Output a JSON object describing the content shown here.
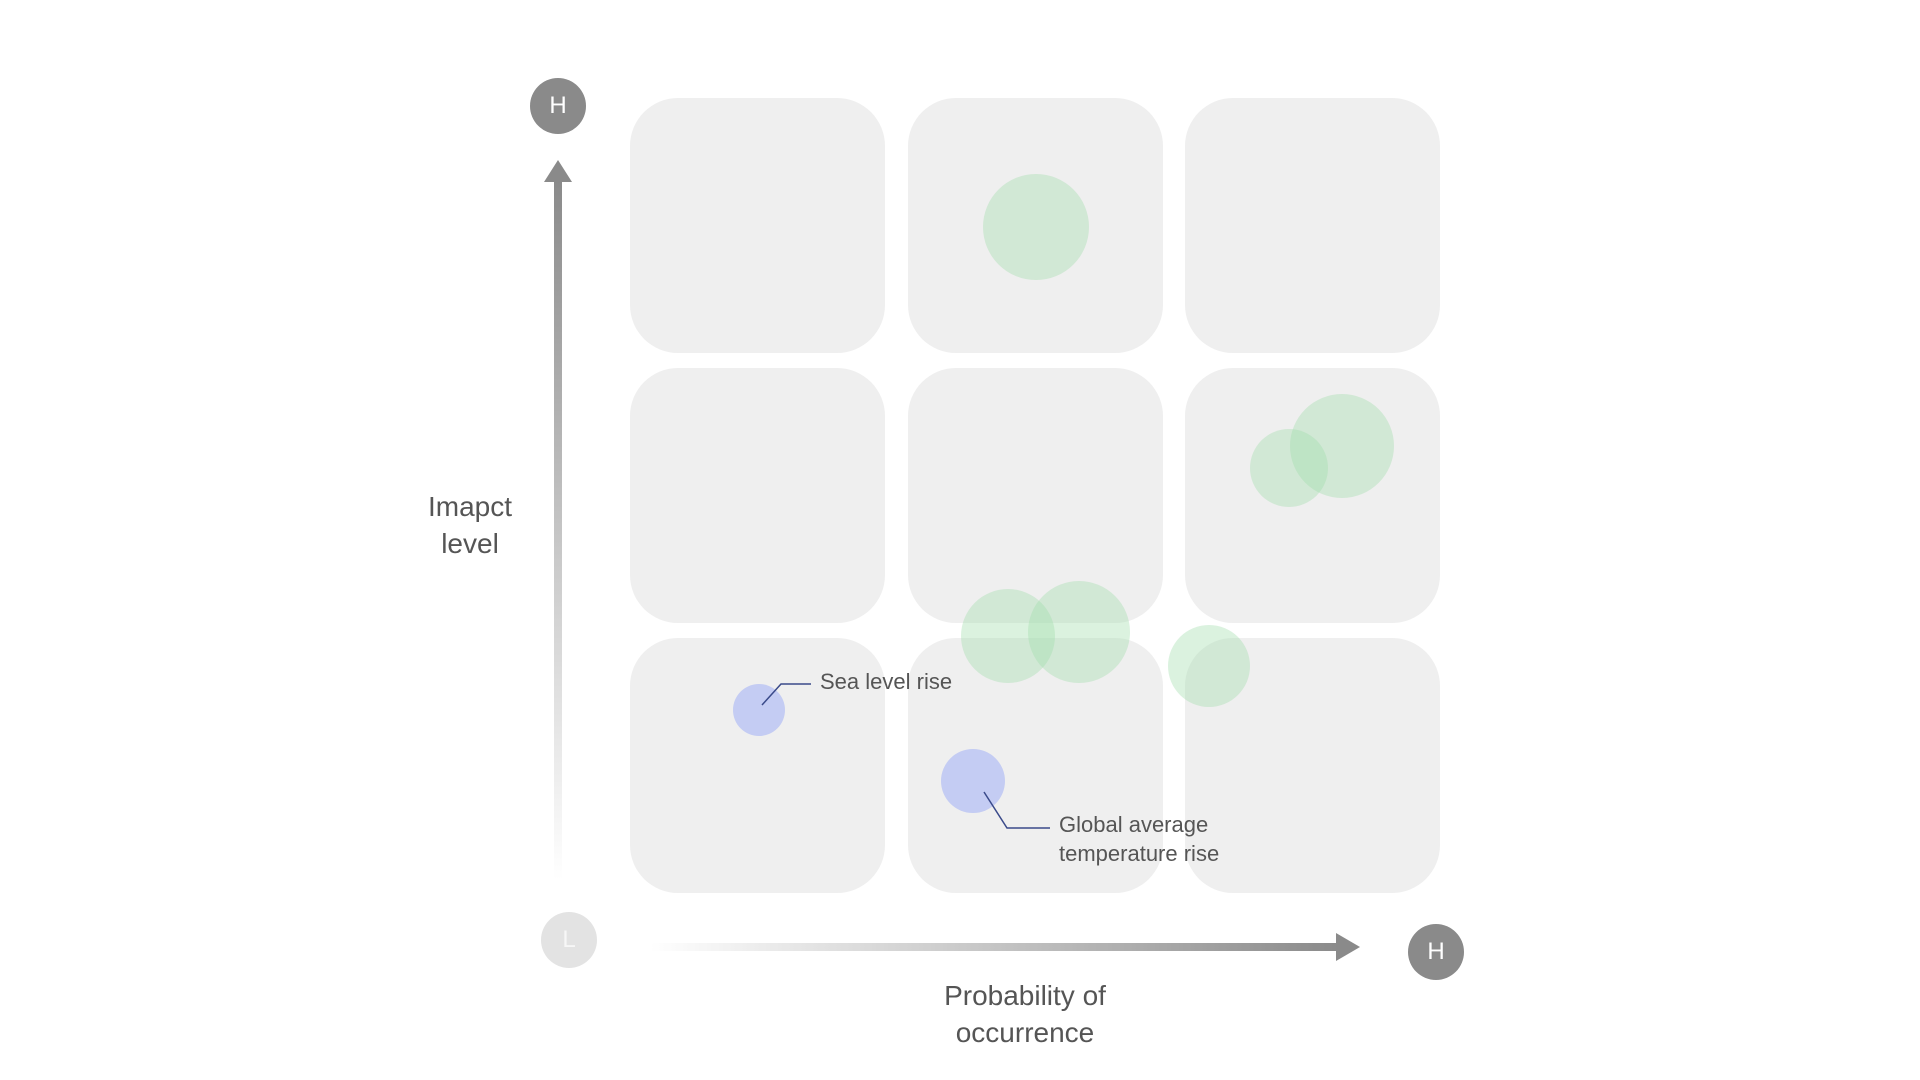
{
  "axes": {
    "y_title_line1": "Imapct",
    "y_title_line2": "level",
    "x_title_line1": "Probability of",
    "x_title_line2": "occurrence",
    "y_high_badge": "H",
    "x_high_badge": "H",
    "origin_badge": "L"
  },
  "risks": {
    "sea_level_rise": "Sea level rise",
    "temperature_rise_line1": "Global average",
    "temperature_rise_line2": "temperature rise"
  },
  "colors": {
    "cell_fill": "#efefef",
    "highlight_bubble": "#a0aff5",
    "other_bubble": "#a0dcaa",
    "axis_gray": "#8a8a8a",
    "leader_line": "#3a4a8a"
  }
}
